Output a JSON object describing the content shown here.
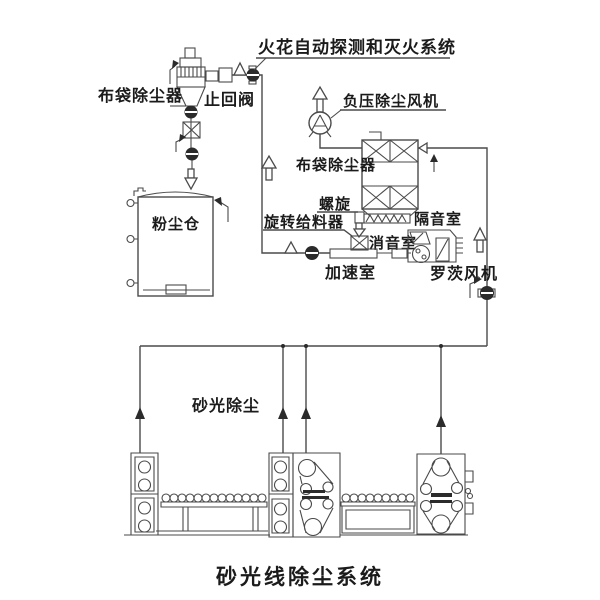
{
  "title": "砂光线除尘系统",
  "labels": {
    "spark_system": "火花自动探测和灭火系统",
    "bag_filter_left": "布袋除尘器",
    "check_valve": "止回阀",
    "dust_bin": "粉尘仓",
    "negative_pressure_fan": "负压除尘风机",
    "bag_filter_right": "布袋除尘器",
    "screw": "螺旋",
    "rotary_feeder": "旋转给料器",
    "soundproof_room": "隔音室",
    "silencer_room": "消音室",
    "acceleration_chamber": "加速室",
    "roots_blower": "罗茨风机",
    "sanding_dedusting": "砂光除尘"
  },
  "colors": {
    "line": "#4a4a4a",
    "dark_fill": "#2b2b2b",
    "text": "#1b1b1b",
    "background": "#ffffff"
  }
}
